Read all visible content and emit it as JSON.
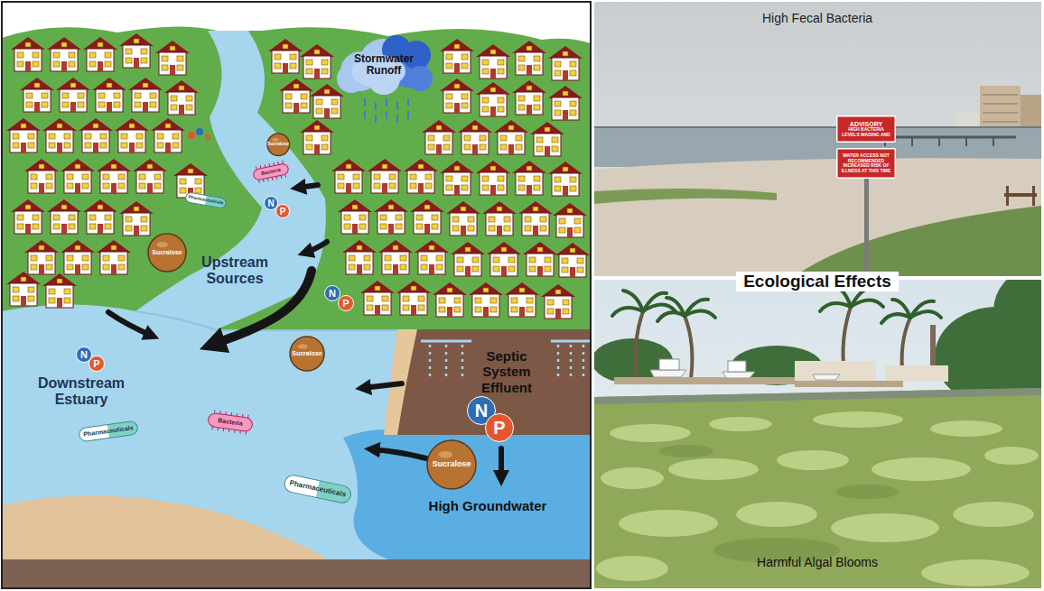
{
  "diagram": {
    "nodes": [
      {
        "text": [
          "Stormwater Runoff"
        ]
      },
      {
        "text": [
          "Sucralose"
        ]
      },
      {
        "text": [
          "Bacteria"
        ]
      },
      {
        "text": [
          "N"
        ]
      },
      {
        "text": [
          "P"
        ]
      },
      {
        "text": [
          "Pharmaceuticals"
        ]
      },
      {
        "text": [
          "Sucralose"
        ]
      },
      {
        "text": [
          "N"
        ]
      },
      {
        "text": [
          "P"
        ]
      },
      {
        "text": [
          "N"
        ]
      },
      {
        "text": [
          "P"
        ]
      },
      {
        "text": [
          "Sucralose"
        ]
      },
      {
        "text": [
          "Pharmaceuticals"
        ]
      },
      {
        "text": [
          "Bacteria"
        ]
      },
      {
        "text": [
          "N"
        ]
      },
      {
        "text": [
          "P"
        ]
      },
      {
        "text": [
          "Sucralose"
        ]
      },
      {
        "text": [
          "Pharmaceuticals"
        ]
      },
      {
        "text": [
          "ADVISORY",
          "HIGH BACTERIA LEVELS WADING AND"
        ]
      },
      {
        "text": [
          "WATER ACCESS NOT RECOMMENDED INCREASED RISK OF ILLNESS AT THIS TIME"
        ]
      }
    ],
    "labels": [
      "Upstream Sources",
      "Downstream Estuary",
      "Septic System Effluent",
      "High Groundwater",
      "High Fecal Bacteria",
      "Ecological Effects",
      "Harmful Algal Blooms"
    ]
  }
}
